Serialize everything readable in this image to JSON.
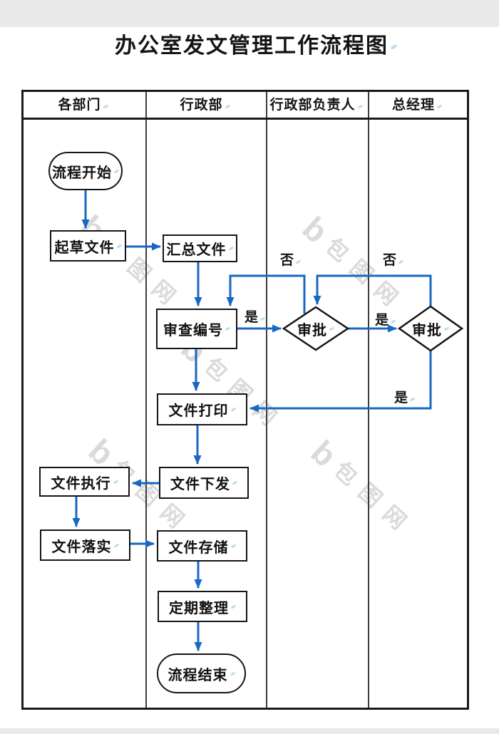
{
  "title": {
    "text": "办公室发文管理工作流程图"
  },
  "lanes": [
    {
      "label": "各部门"
    },
    {
      "label": "行政部"
    },
    {
      "label": "行政部负责人"
    },
    {
      "label": "总经理"
    }
  ],
  "nodes": {
    "start": {
      "label": "流程开始",
      "shape": "terminator"
    },
    "draft": {
      "label": "起草文件",
      "shape": "process"
    },
    "collect": {
      "label": "汇总文件",
      "shape": "process"
    },
    "review": {
      "label": "审查编号",
      "shape": "process"
    },
    "approve1": {
      "label": "审批",
      "shape": "decision"
    },
    "approve2": {
      "label": "审批",
      "shape": "decision"
    },
    "print": {
      "label": "文件打印",
      "shape": "process"
    },
    "issue": {
      "label": "文件下发",
      "shape": "process"
    },
    "execute": {
      "label": "文件执行",
      "shape": "process"
    },
    "implement": {
      "label": "文件落实",
      "shape": "process"
    },
    "store": {
      "label": "文件存储",
      "shape": "process"
    },
    "organize": {
      "label": "定期整理",
      "shape": "process"
    },
    "end": {
      "label": "流程结束",
      "shape": "terminator"
    }
  },
  "edge_labels": {
    "yes_review_to_approve1": "是",
    "yes_approve1_to_approve2": "是",
    "yes_approve2_to_print": "是",
    "no_approve1": "否",
    "no_approve2": "否"
  },
  "watermark": {
    "logo": "b",
    "text": "包图网"
  },
  "colors": {
    "arrow_blue": "#1668c4",
    "line_black": "#1a1a1a",
    "watermark_gray": "#d4d4d4",
    "band_gray": "#e9e9e9"
  }
}
